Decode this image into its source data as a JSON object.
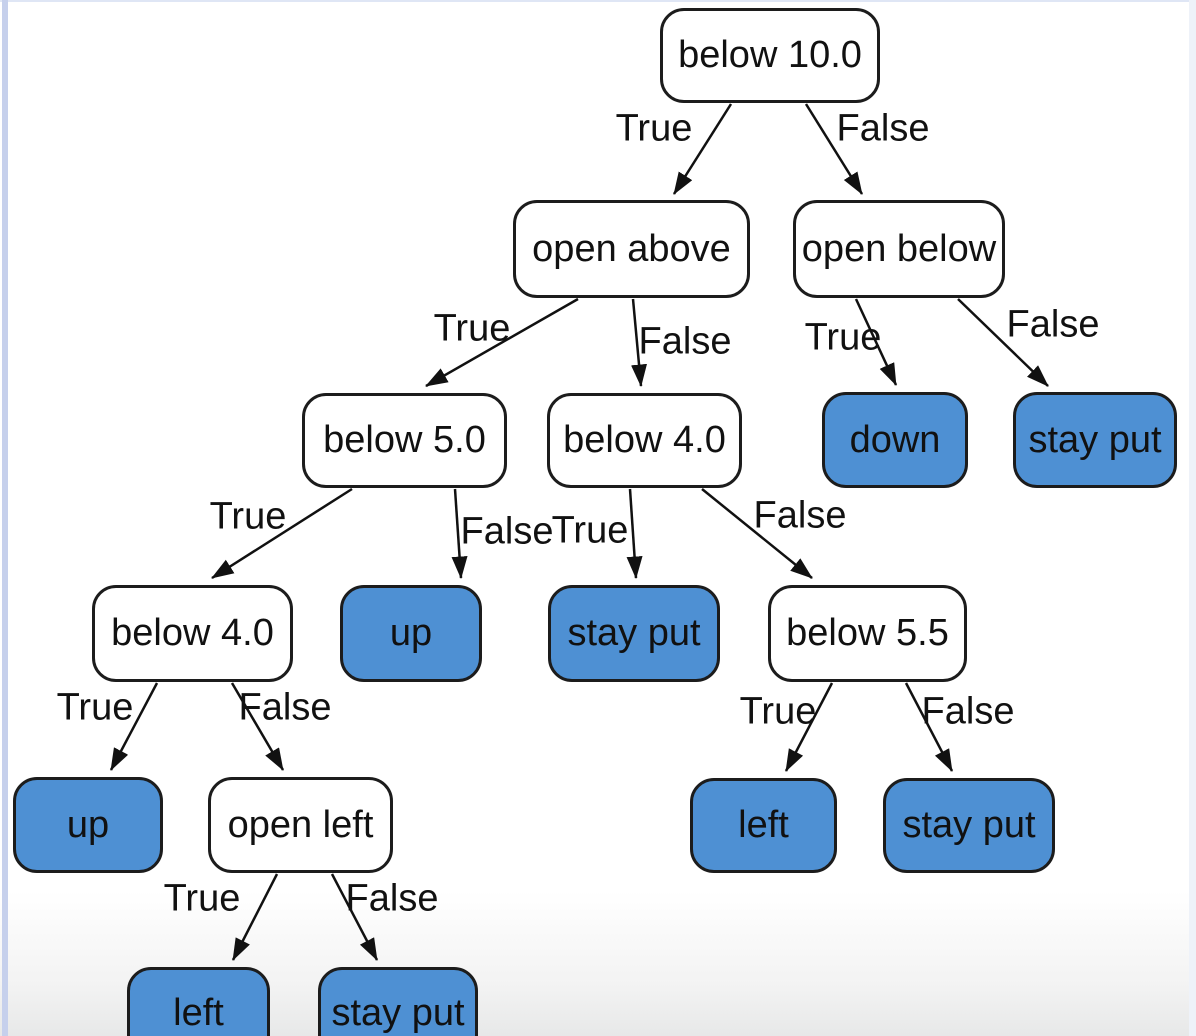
{
  "diagram": {
    "type": "decision-tree",
    "colors": {
      "leaf_fill": "#4e90d3",
      "decision_fill": "#ffffff",
      "node_border": "#1c1c1c",
      "edge_stroke": "#111111",
      "text": "#111111",
      "left_strip": "#c6d0ec"
    },
    "nodes": [
      {
        "id": "root",
        "label": "below 10.0",
        "kind": "decision"
      },
      {
        "id": "open-above",
        "label": "open above",
        "kind": "decision"
      },
      {
        "id": "open-below",
        "label": "open below",
        "kind": "decision"
      },
      {
        "id": "below-5-0",
        "label": "below 5.0",
        "kind": "decision"
      },
      {
        "id": "below-4-0-mid",
        "label": "below 4.0",
        "kind": "decision"
      },
      {
        "id": "down",
        "label": "down",
        "kind": "leaf"
      },
      {
        "id": "stay-put-tr",
        "label": "stay put",
        "kind": "leaf"
      },
      {
        "id": "below-4-0-left",
        "label": "below 4.0",
        "kind": "decision"
      },
      {
        "id": "up-mid",
        "label": "up",
        "kind": "leaf"
      },
      {
        "id": "stay-put-mid",
        "label": "stay put",
        "kind": "leaf"
      },
      {
        "id": "below-5-5",
        "label": "below 5.5",
        "kind": "decision"
      },
      {
        "id": "up-bottom-left",
        "label": "up",
        "kind": "leaf"
      },
      {
        "id": "open-left",
        "label": "open left",
        "kind": "decision"
      },
      {
        "id": "left-mid",
        "label": "left",
        "kind": "leaf"
      },
      {
        "id": "stay-put-br",
        "label": "stay put",
        "kind": "leaf"
      },
      {
        "id": "left-bottom",
        "label": "left",
        "kind": "leaf"
      },
      {
        "id": "stay-put-bottom",
        "label": "stay put",
        "kind": "leaf"
      }
    ],
    "edges": [
      {
        "from": "root",
        "to": "open-above",
        "label": "True"
      },
      {
        "from": "root",
        "to": "open-below",
        "label": "False"
      },
      {
        "from": "open-above",
        "to": "below-5-0",
        "label": "True"
      },
      {
        "from": "open-above",
        "to": "below-4-0-mid",
        "label": "False"
      },
      {
        "from": "open-below",
        "to": "down",
        "label": "True"
      },
      {
        "from": "open-below",
        "to": "stay-put-tr",
        "label": "False"
      },
      {
        "from": "below-5-0",
        "to": "below-4-0-left",
        "label": "True"
      },
      {
        "from": "below-5-0",
        "to": "up-mid",
        "label": "False"
      },
      {
        "from": "below-4-0-mid",
        "to": "stay-put-mid",
        "label": "True"
      },
      {
        "from": "below-4-0-mid",
        "to": "below-5-5",
        "label": "False"
      },
      {
        "from": "below-4-0-left",
        "to": "up-bottom-left",
        "label": "True"
      },
      {
        "from": "below-4-0-left",
        "to": "open-left",
        "label": "False"
      },
      {
        "from": "below-5-5",
        "to": "left-mid",
        "label": "True"
      },
      {
        "from": "below-5-5",
        "to": "stay-put-br",
        "label": "False"
      },
      {
        "from": "open-left",
        "to": "left-bottom",
        "label": "True"
      },
      {
        "from": "open-left",
        "to": "stay-put-bottom",
        "label": "False"
      }
    ]
  }
}
